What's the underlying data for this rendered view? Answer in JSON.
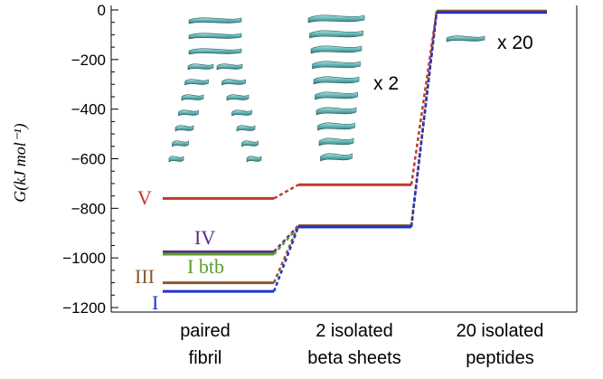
{
  "chart_data": {
    "type": "line",
    "ylabel": "G(kJ mol⁻¹)",
    "ylim": [
      -1230,
      0
    ],
    "yticks": [
      0,
      -200,
      -400,
      -600,
      -800,
      -1000,
      -1200
    ],
    "yticklabels": [
      "0",
      "−200",
      "−400",
      "−600",
      "−800",
      "−1000",
      "−1200"
    ],
    "categories": [
      {
        "line1": "paired",
        "line2": "fibril"
      },
      {
        "line1": "2 isolated",
        "line2": "beta sheets"
      },
      {
        "line1": "20 isolated",
        "line2": "peptides"
      }
    ],
    "series": [
      {
        "name": "V",
        "color": "#c0392b",
        "values": [
          -760,
          -705,
          -5
        ]
      },
      {
        "name": "IV",
        "color": "#5b2a86",
        "values": [
          -975,
          -870,
          -5
        ]
      },
      {
        "name": "I btb",
        "color": "#5aa02c",
        "values": [
          -985,
          -875,
          -8
        ]
      },
      {
        "name": "III",
        "color": "#8b5a2b",
        "values": [
          -1100,
          -870,
          -5
        ]
      },
      {
        "name": "I",
        "color": "#2233cc",
        "values": [
          -1135,
          -875,
          -10
        ]
      }
    ],
    "annotations": [
      {
        "text": "x 2"
      },
      {
        "text": "x 20"
      }
    ],
    "grid": false
  }
}
